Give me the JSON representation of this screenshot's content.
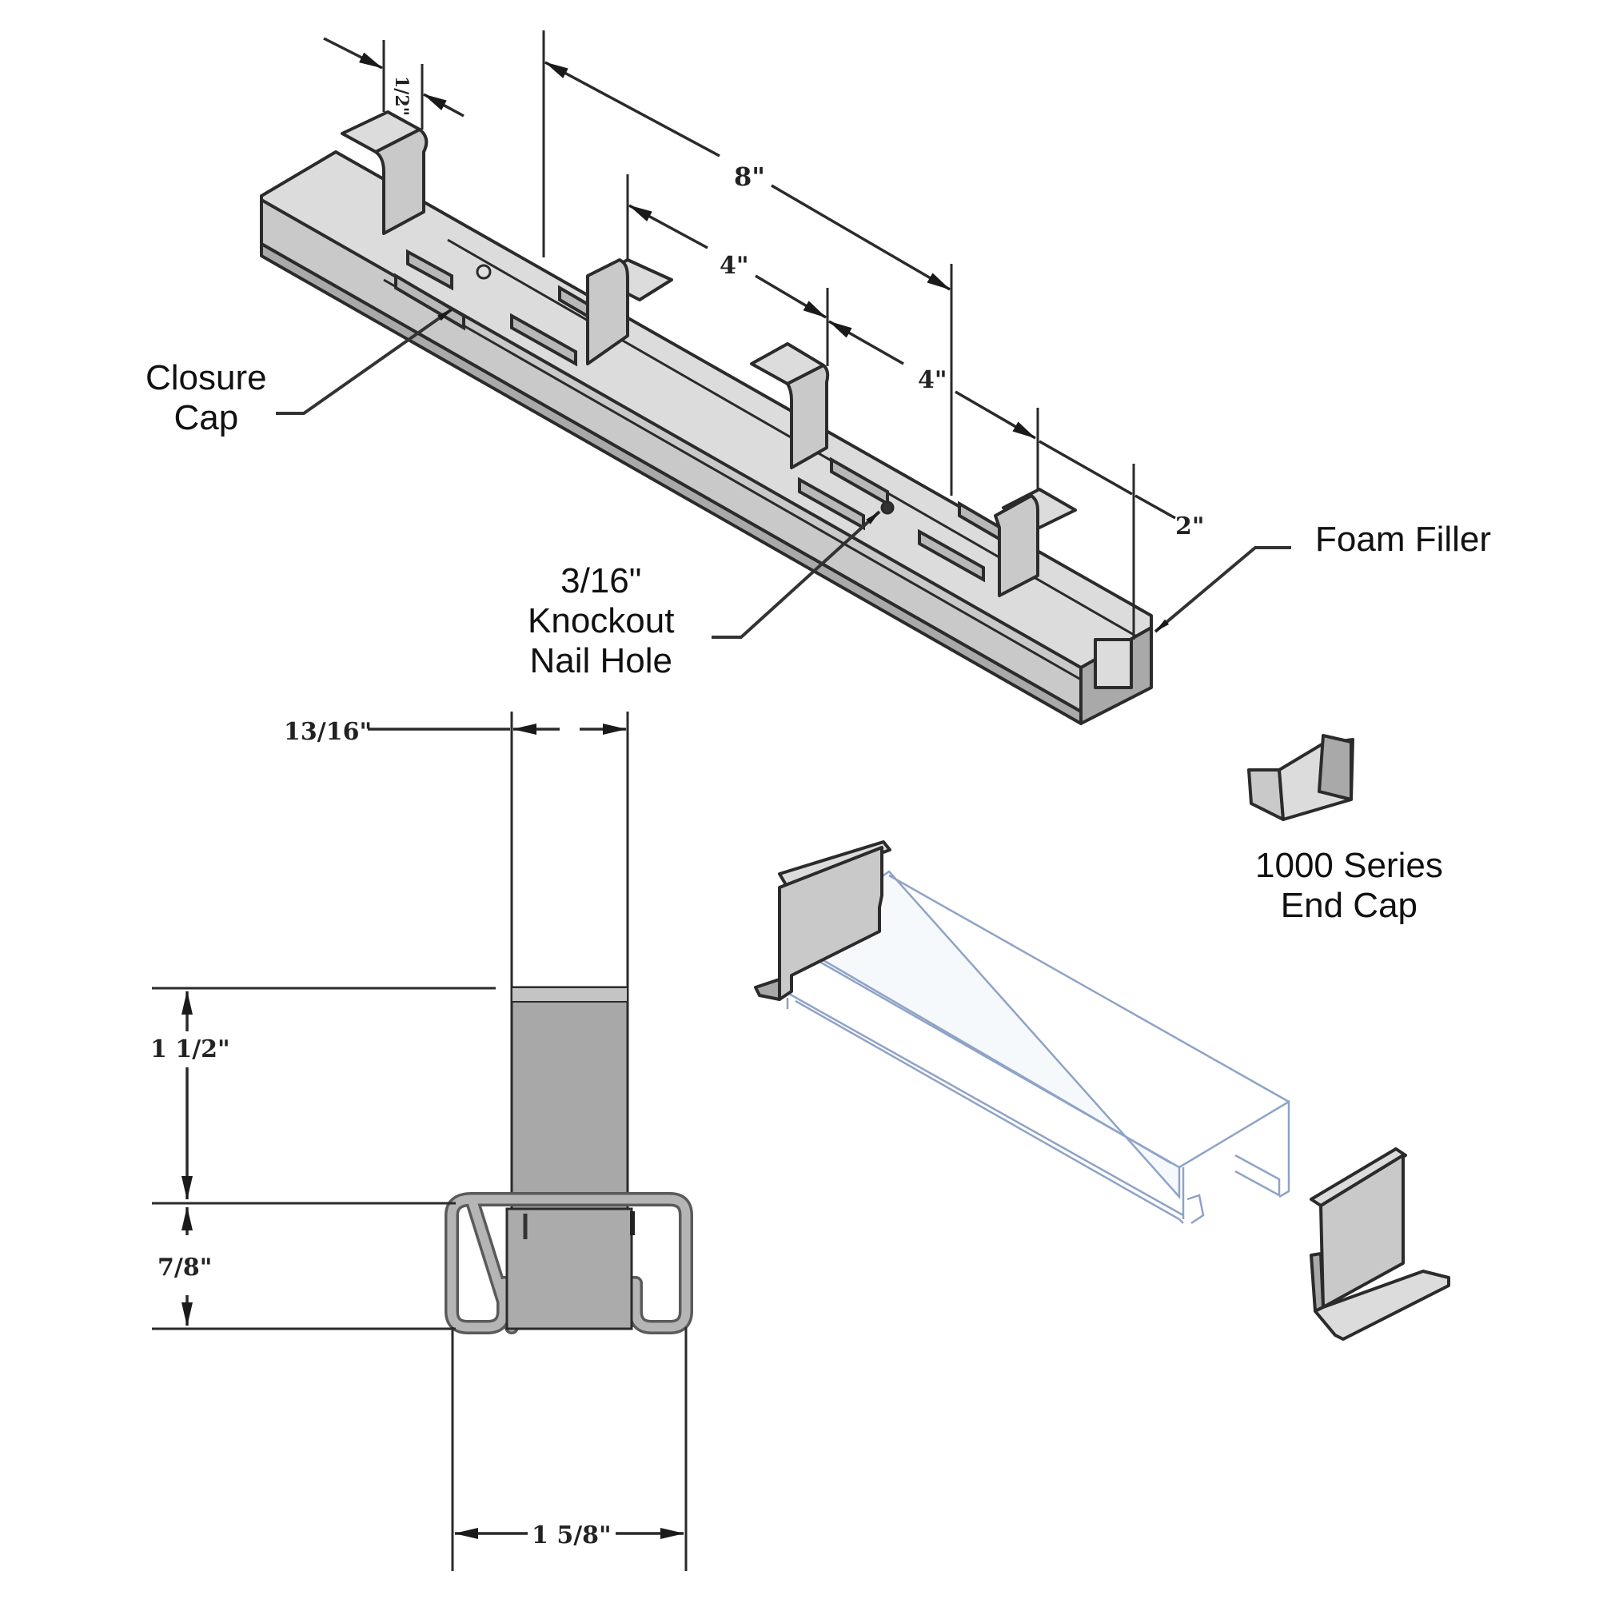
{
  "diagram": {
    "title": "Closure cap assembly with clips, section view and end caps",
    "callouts": {
      "closure_cap": [
        "Closure",
        "Cap"
      ],
      "knockout": [
        "3/16\"",
        "Knockout",
        "Nail Hole"
      ],
      "foam_filler": [
        "Foam Filler"
      ],
      "end_cap": [
        "1000 Series",
        "End Cap"
      ]
    },
    "dimensions": {
      "clip_width": "1/2\"",
      "spacing_8": "8\"",
      "spacing_4a": "4\"",
      "spacing_4b": "4\"",
      "end_offset": "2\"",
      "section_top_width": "13/16\"",
      "section_clip_height": "1 1/2\"",
      "section_rail_height": "7/8\"",
      "section_rail_width": "1 5/8\""
    },
    "colors": {
      "metal": "#c9c9c9",
      "outline": "#2b2b2b",
      "ghost_outline": "#8fa3c7",
      "text": "#111111"
    }
  }
}
